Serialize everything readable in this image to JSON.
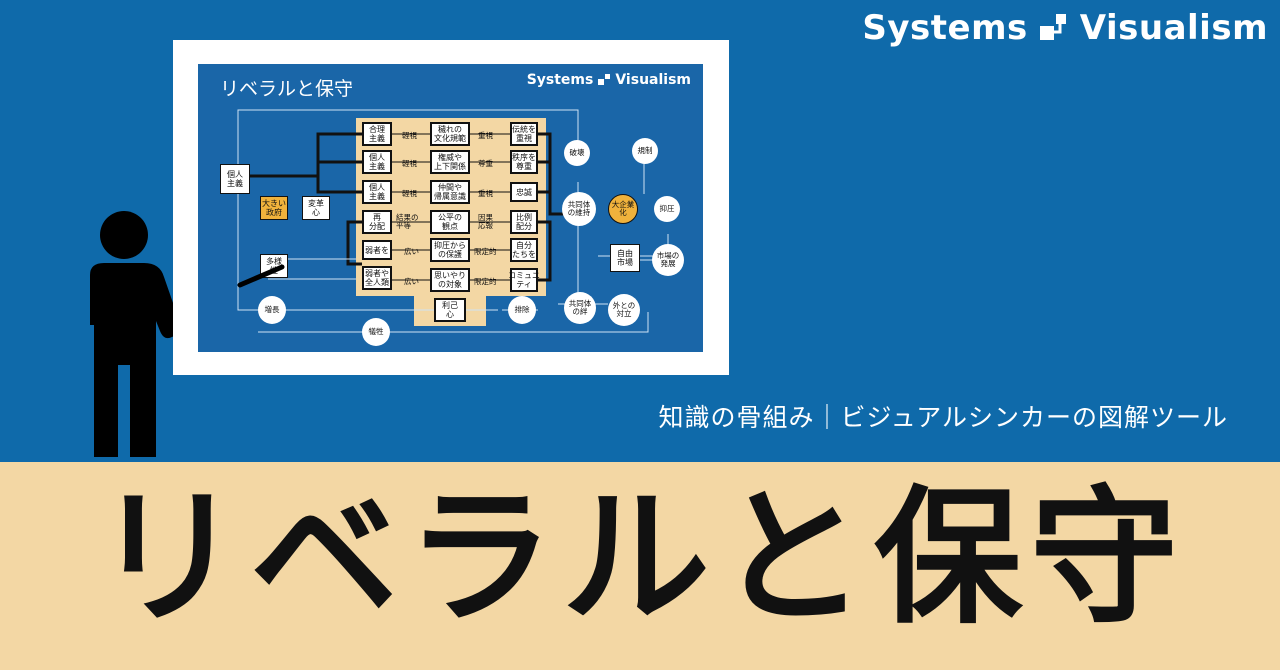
{
  "brand": {
    "name": "Systems",
    "name2": "Visualism"
  },
  "subtitle": "知識の骨組み｜ビジュアルシンカーの図解ツール",
  "title": "リベラルと保守",
  "colors": {
    "blue": "#0f6aaa",
    "diagram_blue": "#1a66a8",
    "tan": "#f3d7a4",
    "orange": "#f0b23c",
    "ink": "#111111"
  },
  "diagram": {
    "title": "リベラルと保守",
    "brand": "Systems",
    "brand2": "Visualism",
    "nodes": {
      "gouri": "合理\n主義",
      "kojin1": "個人\n主義",
      "kojin2": "個人\n主義",
      "saibunpai": "再\n分配",
      "jakusha": "弱者を",
      "jakusha_zen": "弱者や\n全人類",
      "kegare": "穢れの\n文化規範",
      "ken_i": "権威や\n上下関係",
      "nakama": "仲間や\n帰属意識",
      "kouhei": "公平の\n観点",
      "yokuatsu_hogo": "抑圧から\nの保護",
      "omoiyari": "思いやり\nの対象",
      "riko": "利己\n心",
      "dentou": "伝統を\n重視",
      "chitsujo": "秩序を\n尊重",
      "chuusei": "忠誠",
      "hirei": "比例\n配分",
      "jibun": "自分\nたちを",
      "community": "コミュニ\nティ",
      "kojin_left": "個人\n主義",
      "ookii_seifu": "大きい\n政府",
      "henkaku": "変革\n心",
      "tayousei": "多様\n性",
      "jiyuu_shijou": "自由\n市場"
    },
    "circles": {
      "hakai": "破壊",
      "kisei": "規制",
      "kyoudoutai_iji": "共同体\nの維持",
      "daikigyou": "大企業\n化",
      "yokuatsu": "抑圧",
      "shijou_hatten": "市場の\n発展",
      "kyoudoutai_kizuna": "共同体\nの絆",
      "soto": "外との\n対立",
      "haijo": "排除",
      "zouchou": "増長",
      "gisei": "犠牲"
    },
    "edges": {
      "keishi1": "軽視",
      "keishi2": "軽視",
      "keishi3": "軽視",
      "juushi1": "重視",
      "sonchou": "尊重",
      "juushi2": "重視",
      "kekka_byoudou": "結果の\n平等",
      "inga_ouhou": "因果\n応報",
      "hiroi1": "広い",
      "hiroi2": "広い",
      "gentei1": "限定的",
      "gentei2": "限定的"
    }
  }
}
